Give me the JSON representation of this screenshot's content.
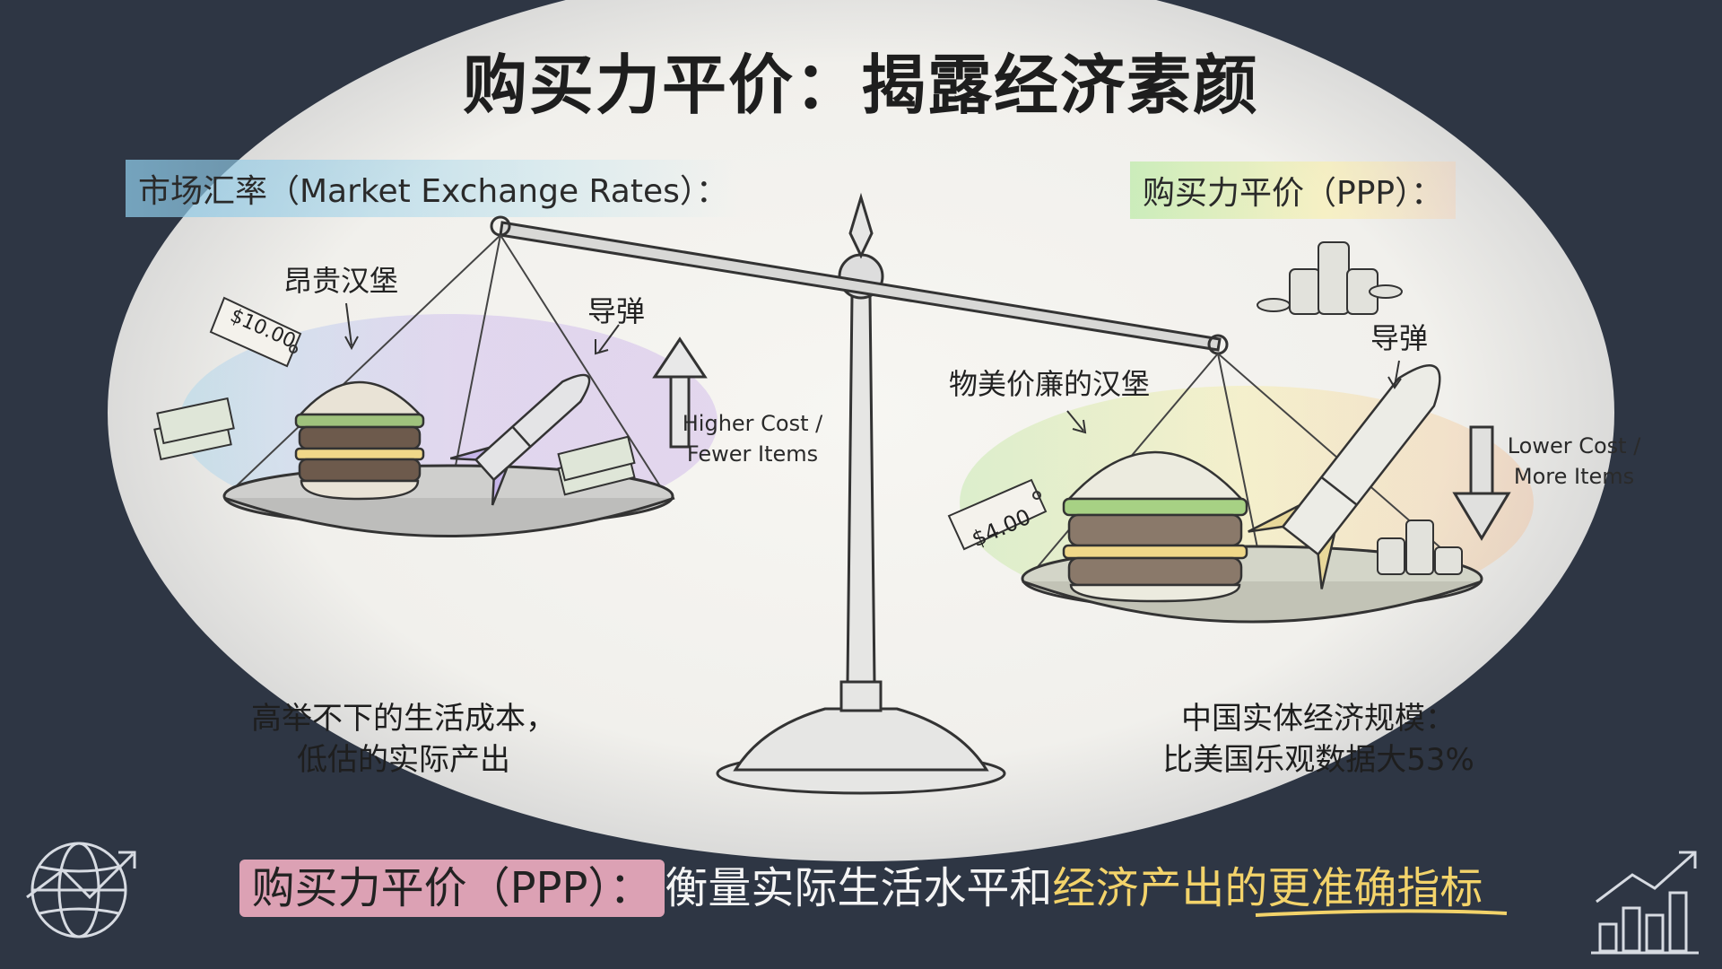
{
  "title": "购买力平价：揭露经济素颜",
  "left": {
    "heading": "市场汇率（Market Exchange Rates）：",
    "burger_label": "昂贵汉堡",
    "missile_label": "导弹",
    "price_tag": "$10.00",
    "arrow_note_line1": "Higher Cost /",
    "arrow_note_line2": "Fewer Items",
    "caption_line1": "高举不下的生活成本，",
    "caption_line2": "低估的实际产出"
  },
  "right": {
    "heading": "购买力平价（PPP）：",
    "burger_label": "物美价廉的汉堡",
    "missile_label": "导弹",
    "price_tag": "$4.00",
    "arrow_note_line1": "Lower Cost /",
    "arrow_note_line2": "More Items",
    "caption_line1": "中国实体经济规模：",
    "caption_line2": "比美国乐观数据大53%"
  },
  "banner": {
    "highlight": "购买力平价（PPP）：",
    "plain": "衡量实际生活水平和",
    "accent": "经济产出的更准确指标"
  },
  "icons": {
    "bottom_left": "globe-trend-icon",
    "bottom_right": "bar-chart-up-icon"
  },
  "colors": {
    "background": "#2e3644",
    "accent_yellow": "#f3d36a",
    "accent_pink": "#ecaabe"
  }
}
